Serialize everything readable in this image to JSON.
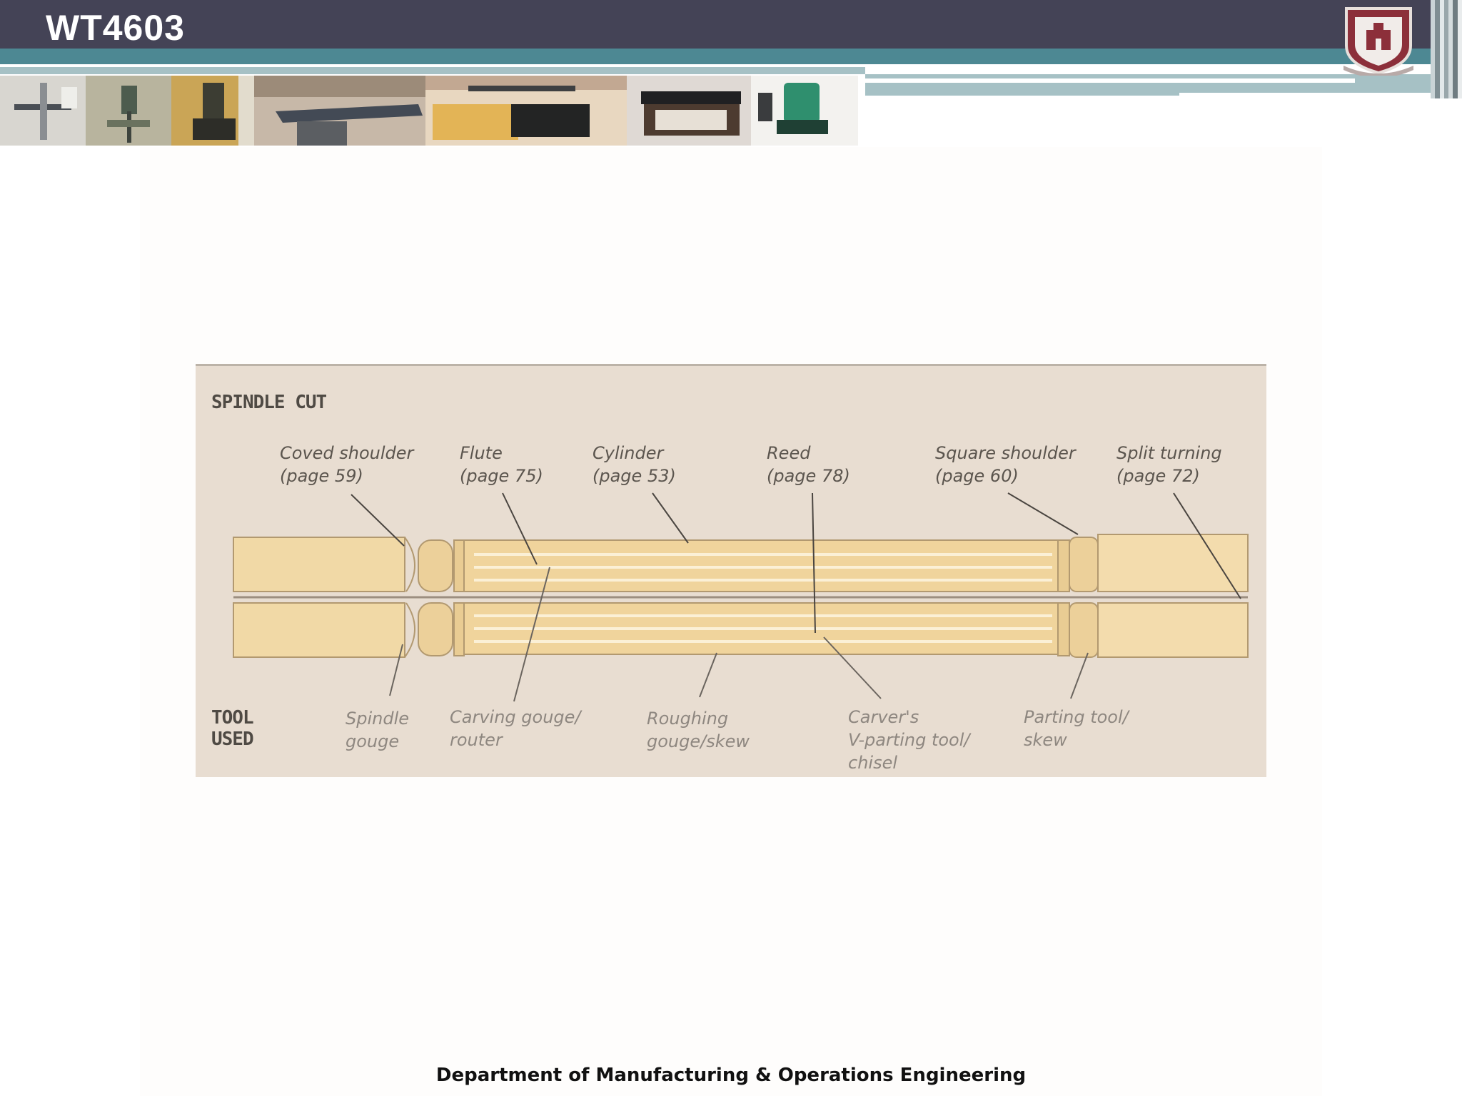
{
  "slide": {
    "title": "WT4603",
    "footer": "Department of Manufacturing & Operations Engineering"
  },
  "header": {
    "logo_icon": "university-crest-icon",
    "photos": [
      "bandsaw-photo",
      "pillar-drill-photo",
      "mortiser-photo",
      "planer-thicknesser-photo",
      "table-saw-photo",
      "bench-saw-photo",
      "sander-photo",
      "router-photo"
    ]
  },
  "diagram": {
    "heading": "SPINDLE CUT",
    "cuts": [
      {
        "name": "Coved shoulder\n(page 59)"
      },
      {
        "name": "Flute\n(page 75)"
      },
      {
        "name": "Cylinder\n(page 53)"
      },
      {
        "name": "Reed\n(page 78)"
      },
      {
        "name": "Square shoulder\n(page 60)"
      },
      {
        "name": "Split turning\n(page 72)"
      }
    ],
    "tool_heading": "TOOL\nUSED",
    "tools": [
      {
        "name": "Spindle\ngouge"
      },
      {
        "name": "Carving gouge/\nrouter"
      },
      {
        "name": "Roughing\ngouge/skew"
      },
      {
        "name": "Carver's\nV-parting tool/\nchisel"
      },
      {
        "name": "Parting tool/\nskew"
      }
    ]
  }
}
